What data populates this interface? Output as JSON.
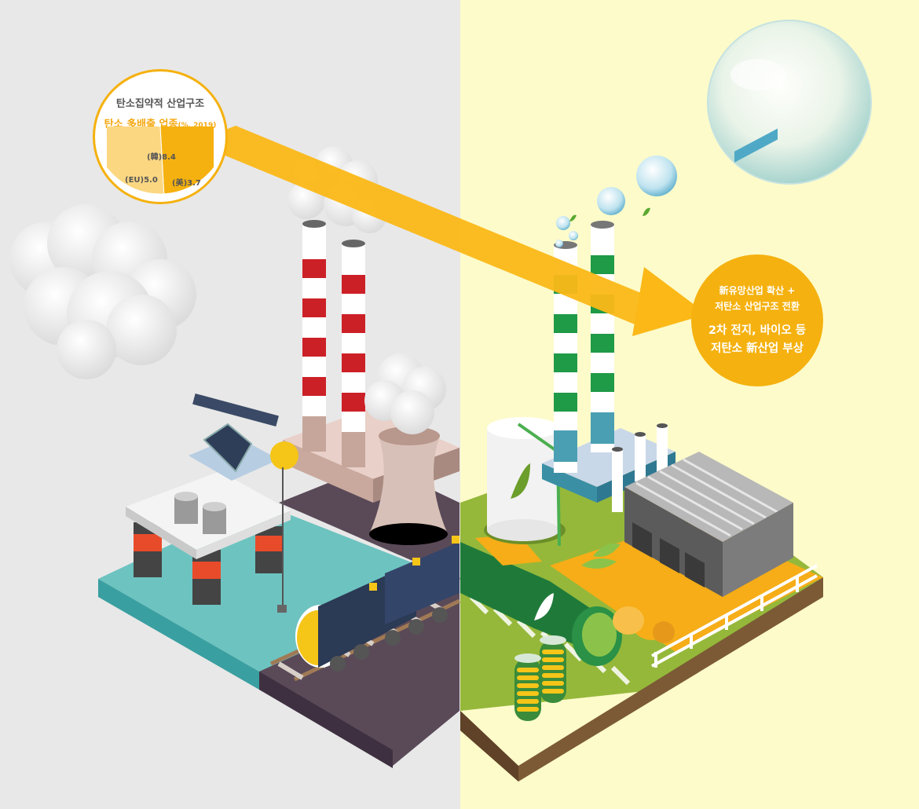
{
  "left_panel": {
    "title": "탄소집약적 산업구조",
    "subtitle": "탄소 多배출 업종",
    "subtitle_note": "(%, 2019)",
    "pie": {
      "segments": [
        {
          "label": "(韓)8.4",
          "value": 8.4,
          "color": "#f5b10f"
        },
        {
          "label": "(EU)5.0",
          "value": 5.0,
          "color": "#fbd782"
        },
        {
          "label": "(美)3.7",
          "value": 3.7,
          "color": "#fde7b6"
        }
      ]
    }
  },
  "right_panel": {
    "line1": "新유망산업 확산 +",
    "line2": "저탄소 산업구조 전환",
    "line3": "2차 전지, 바이오 등",
    "line4": "저탄소 新산업 부상"
  },
  "colors": {
    "left_background": "#e8e8e8",
    "right_background": "#fdfbca",
    "accent": "#f5b10f",
    "arrow": "#fbb817"
  }
}
